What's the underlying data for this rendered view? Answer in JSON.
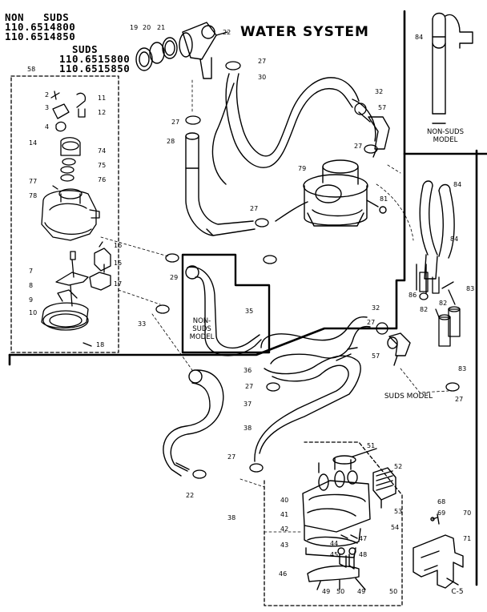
{
  "header": {
    "nonsuds_label": "NON   SUDS",
    "nonsuds_models": [
      "110.6514800",
      "110.6514850"
    ],
    "suds_label": "SUDS",
    "suds_models": [
      "110.6515800",
      "110.6515850"
    ]
  },
  "title": "WATER SYSTEM",
  "notes": {
    "nonsuds_top": [
      "NON-SUDS",
      "MODEL"
    ],
    "nonsuds_center": [
      "NON-",
      "SUDS",
      "MODEL"
    ],
    "suds_model": "SUDS MODEL",
    "page_code": "C-5"
  },
  "callouts": [
    "19",
    "20",
    "21",
    "22",
    "27",
    "30",
    "32",
    "57",
    "27",
    "28",
    "79",
    "81",
    "27",
    "27",
    "29",
    "33",
    "35",
    "36",
    "27",
    "37",
    "38",
    "27",
    "22",
    "38",
    "51",
    "52",
    "53",
    "54",
    "40",
    "41",
    "42",
    "43",
    "44",
    "45",
    "46",
    "47",
    "48",
    "49",
    "50",
    "49",
    "50",
    "32",
    "57",
    "27",
    "27",
    "84",
    "84",
    "84",
    "86",
    "82",
    "83",
    "83",
    "82",
    "68",
    "69",
    "70",
    "71",
    "58",
    "2",
    "3",
    "4",
    "11",
    "12",
    "14",
    "74",
    "75",
    "76",
    "77",
    "78",
    "16",
    "15",
    "7",
    "8",
    "17",
    "9",
    "10",
    "18"
  ]
}
